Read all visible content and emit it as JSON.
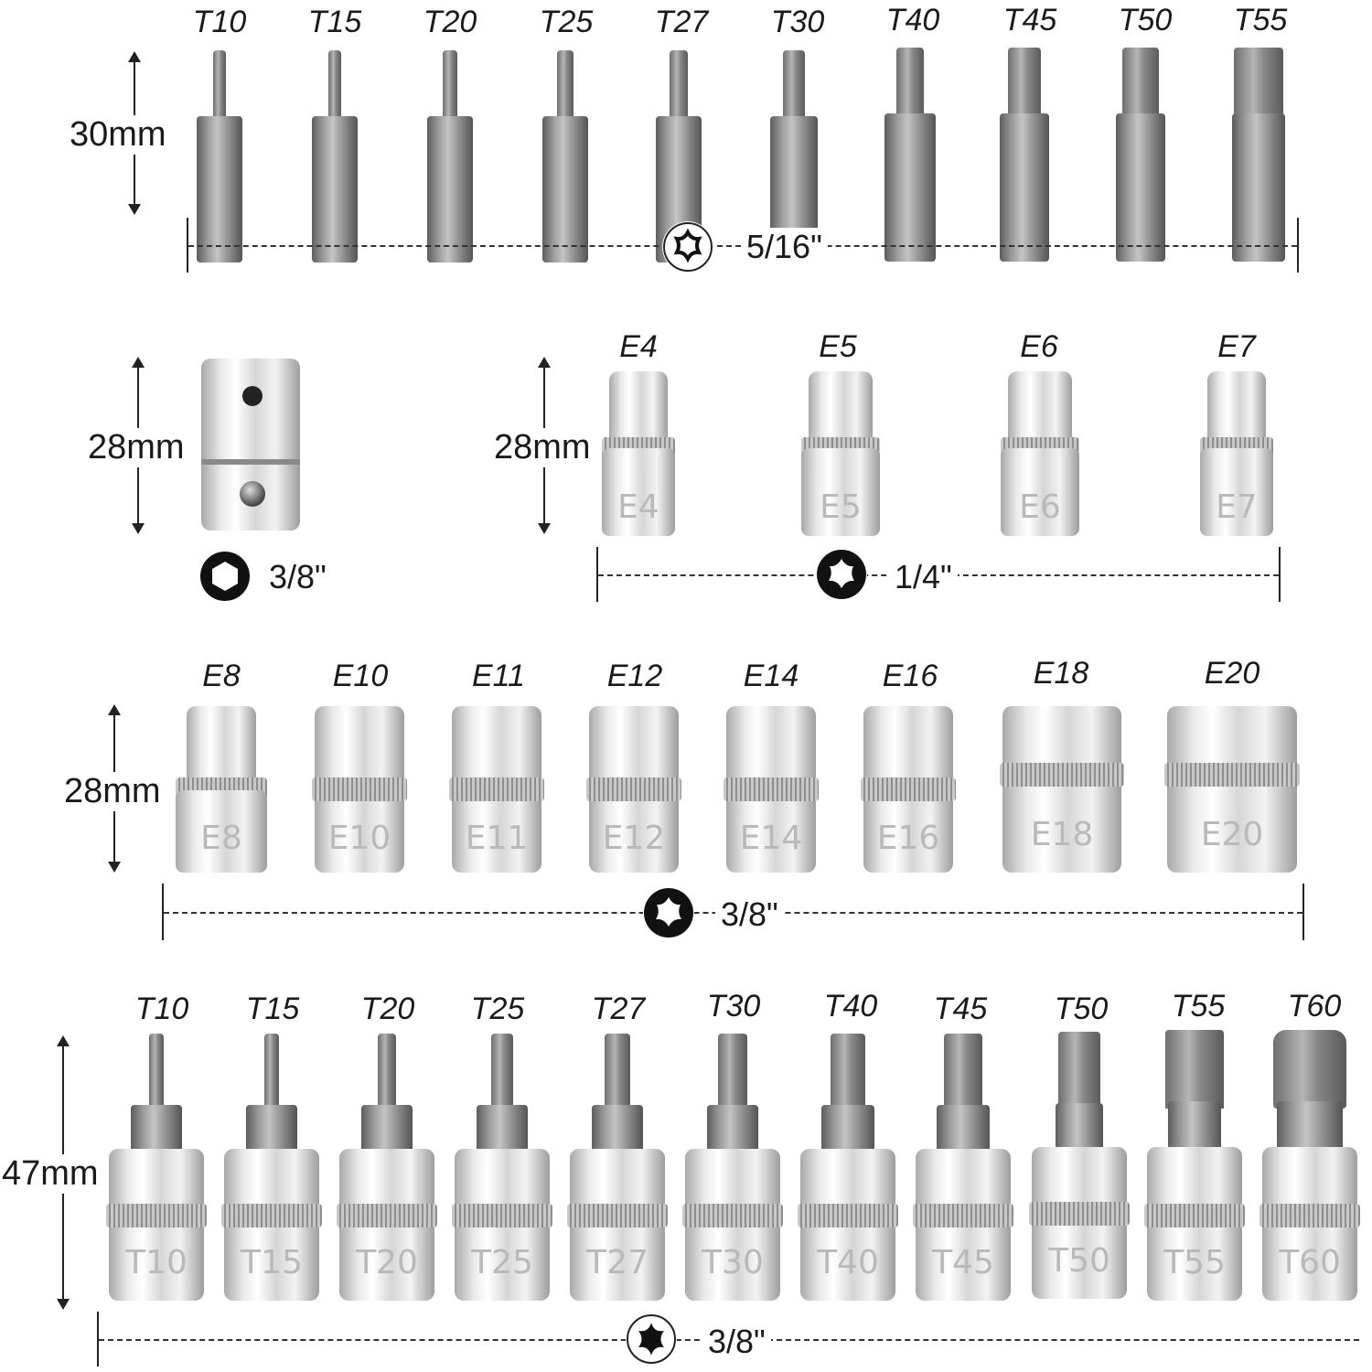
{
  "row1": {
    "height": "30mm",
    "drive": "5/16\"",
    "bits": [
      "T10",
      "T15",
      "T20",
      "T25",
      "T27",
      "T30",
      "T40",
      "T45",
      "T50",
      "T55"
    ]
  },
  "row2": {
    "adapter": {
      "height": "28mm",
      "drive": "3/8\""
    },
    "height": "28mm",
    "drive": "1/4\"",
    "sockets": [
      "E4",
      "E5",
      "E6",
      "E7"
    ]
  },
  "row3": {
    "height": "28mm",
    "drive": "3/8\"",
    "sockets": [
      "E8",
      "E10",
      "E11",
      "E12",
      "E14",
      "E16",
      "E18",
      "E20"
    ]
  },
  "row4": {
    "height": "47mm",
    "drive": "3/8\"",
    "bits": [
      "T10",
      "T15",
      "T20",
      "T25",
      "T27",
      "T30",
      "T40",
      "T45",
      "T50",
      "T55",
      "T60"
    ]
  },
  "icons": {
    "row1": "torx-outline-icon",
    "row2_adapter": "hex-icon",
    "row2": "torx-icon",
    "row3": "torx-icon",
    "row4": "torx-star-icon"
  }
}
